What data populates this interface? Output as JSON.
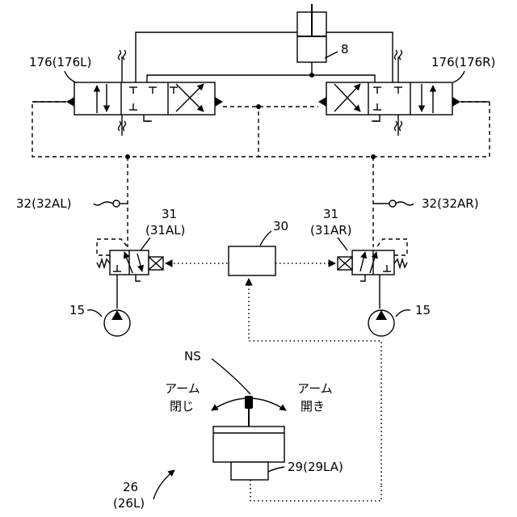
{
  "labels": {
    "cylinder": "8",
    "valve_left": "176(176L)",
    "valve_right": "176(176R)",
    "sensor_left": "32(32AL)",
    "sensor_right": "32(32AR)",
    "pilot_left_num": "31",
    "pilot_left_sub": "(31AL)",
    "pilot_right_num": "31",
    "pilot_right_sub": "(31AR)",
    "controller": "30",
    "pump_left": "15",
    "pump_right": "15",
    "neutral": "NS",
    "arm_close_line1": "アーム",
    "arm_close_line2": "閉じ",
    "arm_open_line1": "アーム",
    "arm_open_line2": "開き",
    "lever_sensor": "29(29LA)",
    "lever_num": "26",
    "lever_sub": "(26L)"
  }
}
